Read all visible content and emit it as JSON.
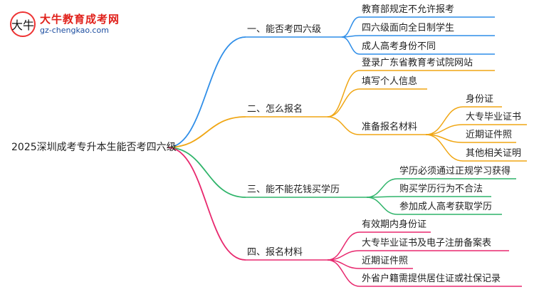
{
  "logo": {
    "mark": "大牛",
    "title": "大牛教育成考网",
    "url": "gz-chengkao.com"
  },
  "mindmap": {
    "root": "2025深圳成考专升本生能否考四六级",
    "branches": [
      {
        "label": "一、能否考四六级",
        "color": "#2f8ee8",
        "children": [
          {
            "label": "教育部规定不允许报考"
          },
          {
            "label": "四六级面向全日制学生"
          },
          {
            "label": "成人高考身份不同"
          }
        ]
      },
      {
        "label": "二、怎么报名",
        "color": "#f0a613",
        "children": [
          {
            "label": "登录广东省教育考试院网站"
          },
          {
            "label": "填写个人信息"
          },
          {
            "label": "准备报名材料",
            "children": [
              {
                "label": "身份证"
              },
              {
                "label": "大专毕业证书"
              },
              {
                "label": "近期证件照"
              },
              {
                "label": "其他相关证明"
              }
            ]
          }
        ]
      },
      {
        "label": "三、能不能花钱买学历",
        "color": "#2fb46a",
        "children": [
          {
            "label": "学历必须通过正规学习获得"
          },
          {
            "label": "购买学历行为不合法"
          },
          {
            "label": "参加成人高考获取学历"
          }
        ]
      },
      {
        "label": "四、报名材料",
        "color": "#e8286e",
        "children": [
          {
            "label": "有效期内身份证"
          },
          {
            "label": "大专毕业证书及电子注册备案表"
          },
          {
            "label": "近期证件照"
          },
          {
            "label": "外省户籍需提供居住证或社保记录"
          }
        ]
      }
    ]
  }
}
